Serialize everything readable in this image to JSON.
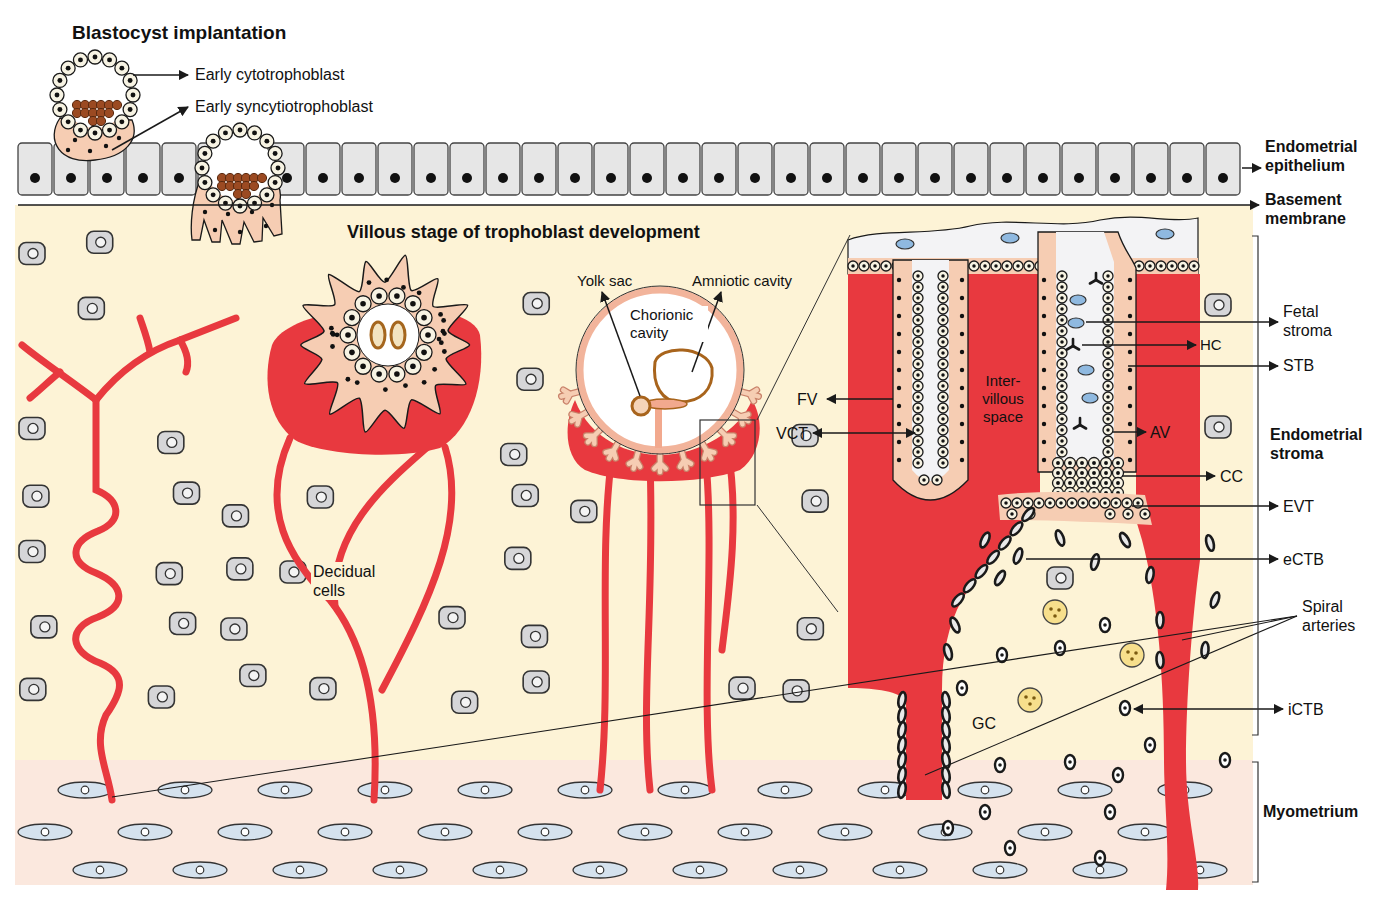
{
  "diagram": {
    "labels": [
      "Blastocyst implantation",
      "Early cytotrophoblast",
      "Early syncytiotrophoblast",
      "Endometrial epithelium",
      "Basement membrane",
      "Villous stage of trophoblast development",
      "Yolk sac",
      "Amniotic cavity",
      "Chorionic cavity",
      "Fetal stroma",
      "HC",
      "STB",
      "FV",
      "VCT",
      "Inter-villous space",
      "AV",
      "Endometrial stroma",
      "CC",
      "EVT",
      "eCTB",
      "Decidual cells",
      "Spiral arteries",
      "iCTB",
      "GC",
      "Myometrium"
    ]
  }
}
